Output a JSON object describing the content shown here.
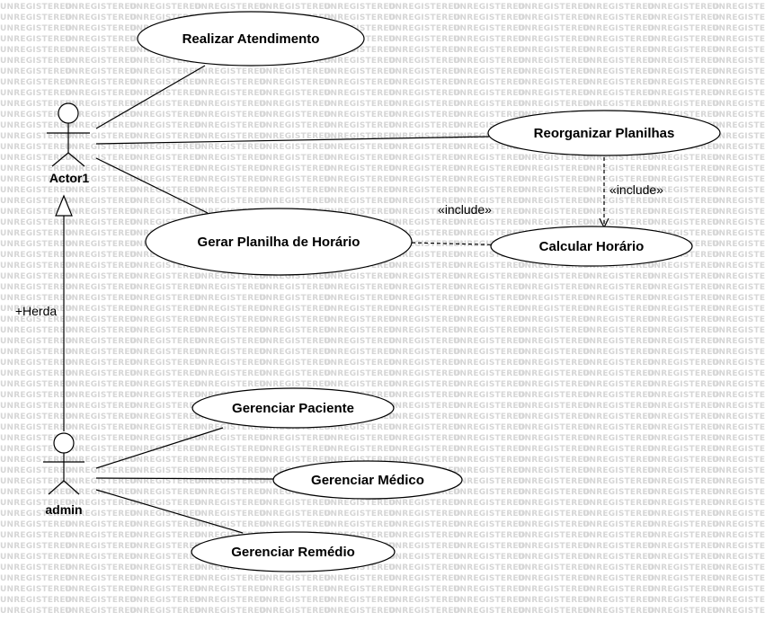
{
  "watermark": "UNREGISTERED",
  "actors": {
    "actor1": "Actor1",
    "admin": "admin"
  },
  "use_cases": {
    "realizar_atendimento": "Realizar Atendimento",
    "reorganizar_planilhas": "Reorganizar Planilhas",
    "gerar_planilha": "Gerar Planilha de Horário",
    "calcular_horario": "Calcular Horário",
    "gerenciar_paciente": "Gerenciar Paciente",
    "gerenciar_medico": "Gerenciar Médico",
    "gerenciar_remedio": "Gerenciar Remédio"
  },
  "relations": {
    "include_from_gerar": "«include»",
    "include_from_reorganizar": "«include»",
    "generalization_label": "+Herda"
  }
}
